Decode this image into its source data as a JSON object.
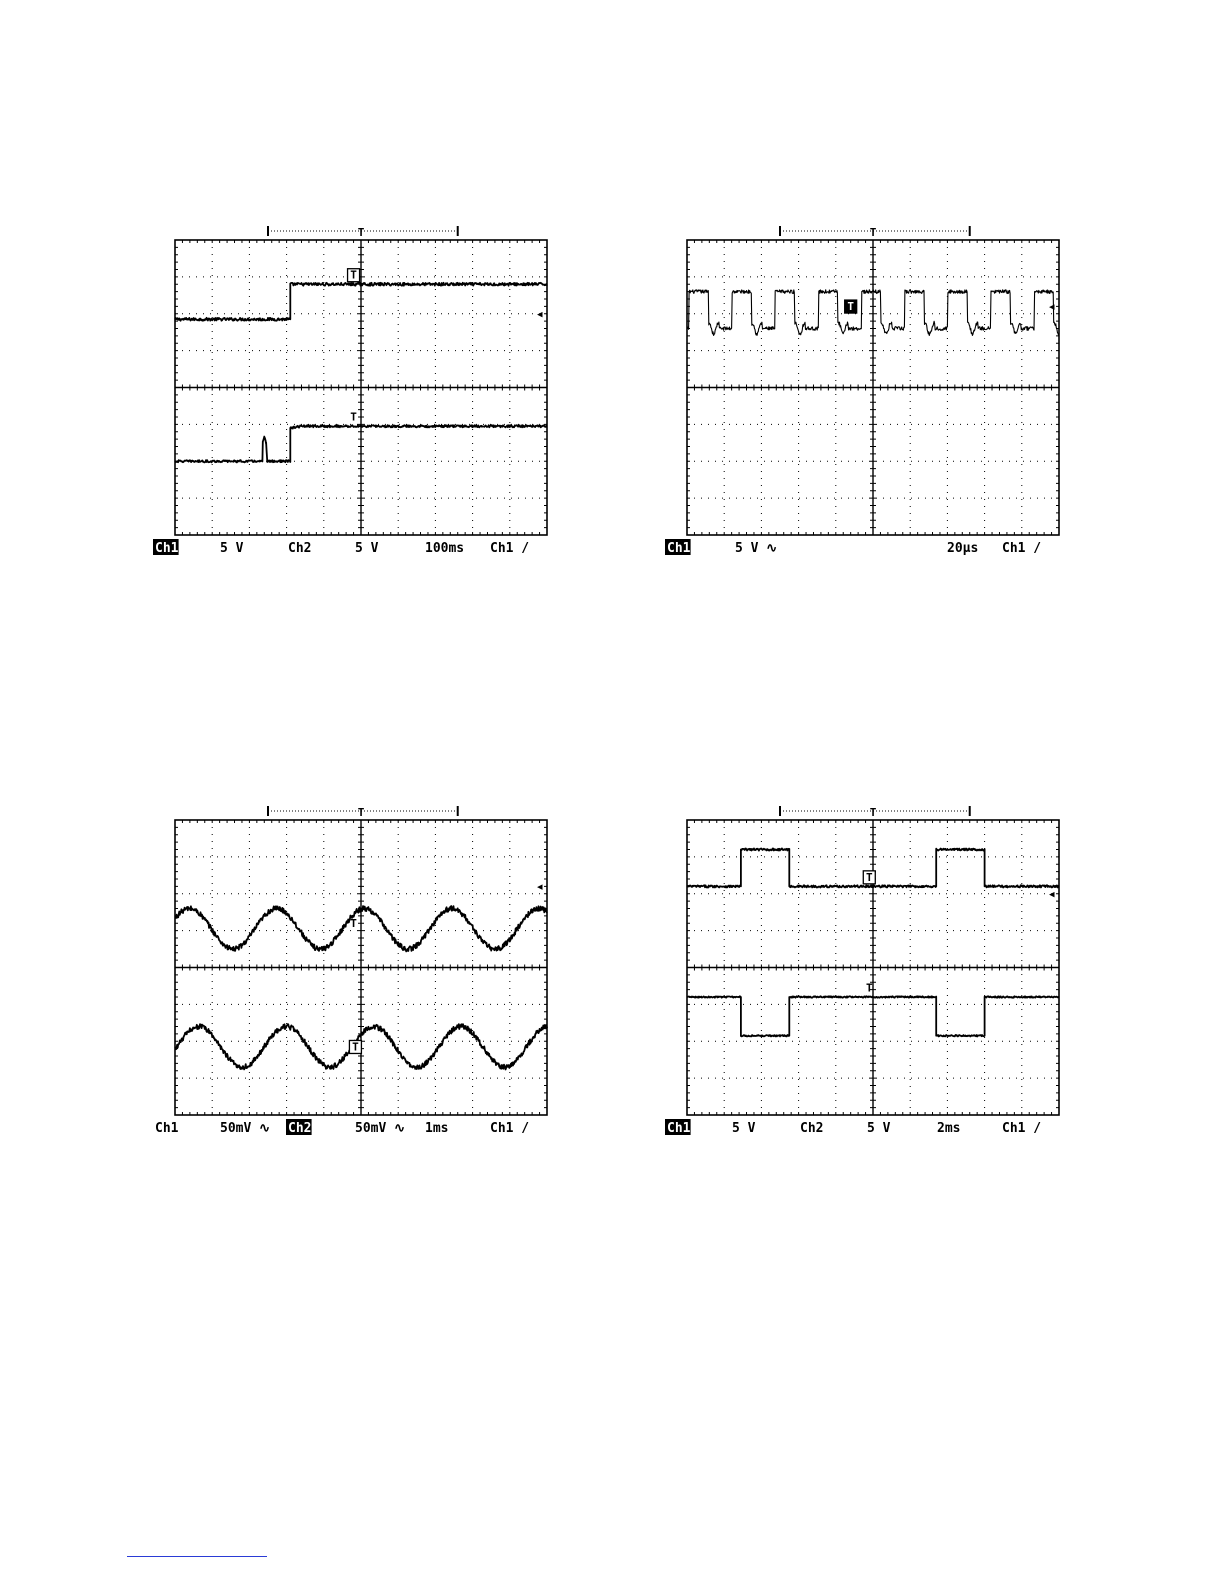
{
  "page": {
    "background": "#ffffff",
    "ink": "#000000",
    "footnote_rule_color": "#2a3bd6"
  },
  "chart_data": [
    {
      "type": "line",
      "id": "scope-1",
      "instrument": "oscilloscope",
      "grid": {
        "divisions_x": 10,
        "divisions_y": 8,
        "on": true
      },
      "timebase": "100ms",
      "trigger": "Ch1",
      "trigger_slope": "rising",
      "readout": [
        {
          "text": "Ch1",
          "inverted": true
        },
        {
          "text": "5 V"
        },
        {
          "text": "Ch2"
        },
        {
          "text": "5 V"
        },
        {
          "text": "100ms"
        },
        {
          "text": "Ch1 /"
        }
      ],
      "trigger_marker_side": "inside-left",
      "trigger_marker_boxed": true,
      "right_marker": "◂",
      "xlim": [
        0,
        10
      ],
      "ylim": [
        0,
        8
      ],
      "series": [
        {
          "x": [
            0,
            3.1,
            3.1,
            10
          ],
          "y": [
            5.85,
            5.85,
            6.8,
            6.8
          ],
          "noise": 0.04,
          "label": "T",
          "label_at": [
            4.8,
            6.95
          ],
          "label_boxed": true
        },
        {
          "x": [
            0,
            2.35,
            2.36,
            2.4,
            2.45,
            2.48,
            2.5,
            3.1,
            3.1,
            3.4,
            10
          ],
          "y": [
            2.0,
            2.0,
            2.5,
            2.65,
            2.5,
            2.0,
            2.0,
            2.0,
            2.9,
            2.95,
            2.95
          ],
          "noise": 0.03,
          "label": "T",
          "label_at": [
            4.8,
            3.1
          ],
          "label_boxed": false
        }
      ]
    },
    {
      "type": "line",
      "id": "scope-2",
      "instrument": "oscilloscope",
      "grid": {
        "divisions_x": 10,
        "divisions_y": 8,
        "on": true
      },
      "timebase": "20µs",
      "trigger": "Ch1",
      "trigger_slope": "rising",
      "readout": [
        {
          "text": "Ch1",
          "inverted": true
        },
        {
          "text": "5 V ∿"
        },
        {
          "text": "20µs"
        },
        {
          "text": "Ch1 /"
        }
      ],
      "trigger_marker_side": "center-boxed",
      "trigger_marker_boxed": true,
      "right_marker": "◂",
      "xlim": [
        0,
        10
      ],
      "ylim": [
        0,
        8
      ],
      "series": [
        {
          "waveform": "square",
          "period": 1.16,
          "phase": 0.05,
          "duty": 0.45,
          "high": 6.6,
          "low": 5.6,
          "noise": 0.05,
          "label": "T",
          "label_at": [
            4.4,
            6.1
          ],
          "label_boxed": true,
          "inverted_label": true
        }
      ]
    },
    {
      "type": "line",
      "id": "scope-3",
      "instrument": "oscilloscope",
      "grid": {
        "divisions_x": 10,
        "divisions_y": 8,
        "on": true
      },
      "timebase": "1ms",
      "trigger": "Ch1",
      "trigger_slope": "rising",
      "readout": [
        {
          "text": "Ch1"
        },
        {
          "text": "50mV ∿"
        },
        {
          "text": "Ch2",
          "inverted": true
        },
        {
          "text": "50mV ∿"
        },
        {
          "text": "1ms"
        },
        {
          "text": "Ch1 /"
        }
      ],
      "trigger_marker_side": "none",
      "trigger_marker_boxed": false,
      "right_marker": "◂",
      "xlim": [
        0,
        10
      ],
      "ylim": [
        0,
        8
      ],
      "series": [
        {
          "waveform": "sine",
          "period": 2.35,
          "phase": -0.2,
          "amplitude": 0.55,
          "offset": 5.05,
          "noise": 0.07,
          "label": "T",
          "label_at": [
            4.8,
            5.1
          ],
          "label_boxed": false
        },
        {
          "waveform": "sine",
          "period": 2.35,
          "phase": 0.05,
          "amplitude": 0.55,
          "offset": 1.85,
          "noise": 0.07,
          "label": "T",
          "label_at": [
            4.85,
            1.75
          ],
          "label_boxed": true
        }
      ]
    },
    {
      "type": "line",
      "id": "scope-4",
      "instrument": "oscilloscope",
      "grid": {
        "divisions_x": 10,
        "divisions_y": 8,
        "on": true
      },
      "timebase": "2ms",
      "trigger": "Ch1",
      "trigger_slope": "rising",
      "readout": [
        {
          "text": "Ch1",
          "inverted": true
        },
        {
          "text": "5 V"
        },
        {
          "text": "Ch2"
        },
        {
          "text": "5 V"
        },
        {
          "text": "2ms"
        },
        {
          "text": "Ch1 /"
        }
      ],
      "trigger_marker_side": "center",
      "trigger_marker_boxed": true,
      "right_marker": "◂",
      "xlim": [
        0,
        10
      ],
      "ylim": [
        0,
        8
      ],
      "series": [
        {
          "x": [
            0,
            1.45,
            1.45,
            2.75,
            2.75,
            6.7,
            6.7,
            8.0,
            8.0,
            10
          ],
          "y": [
            6.2,
            6.2,
            7.2,
            7.2,
            6.2,
            6.2,
            7.2,
            7.2,
            6.2,
            6.2
          ],
          "noise": 0.03,
          "label": "T",
          "label_at": [
            4.9,
            6.35
          ],
          "label_boxed": true
        },
        {
          "x": [
            0,
            1.45,
            1.45,
            2.75,
            2.75,
            6.7,
            6.7,
            8.0,
            8.0,
            10
          ],
          "y": [
            3.2,
            3.2,
            2.15,
            2.15,
            3.2,
            3.2,
            2.15,
            2.15,
            3.2,
            3.2
          ],
          "noise": 0.02,
          "label": "T",
          "label_at": [
            4.9,
            3.35
          ],
          "label_boxed": false
        }
      ]
    }
  ]
}
